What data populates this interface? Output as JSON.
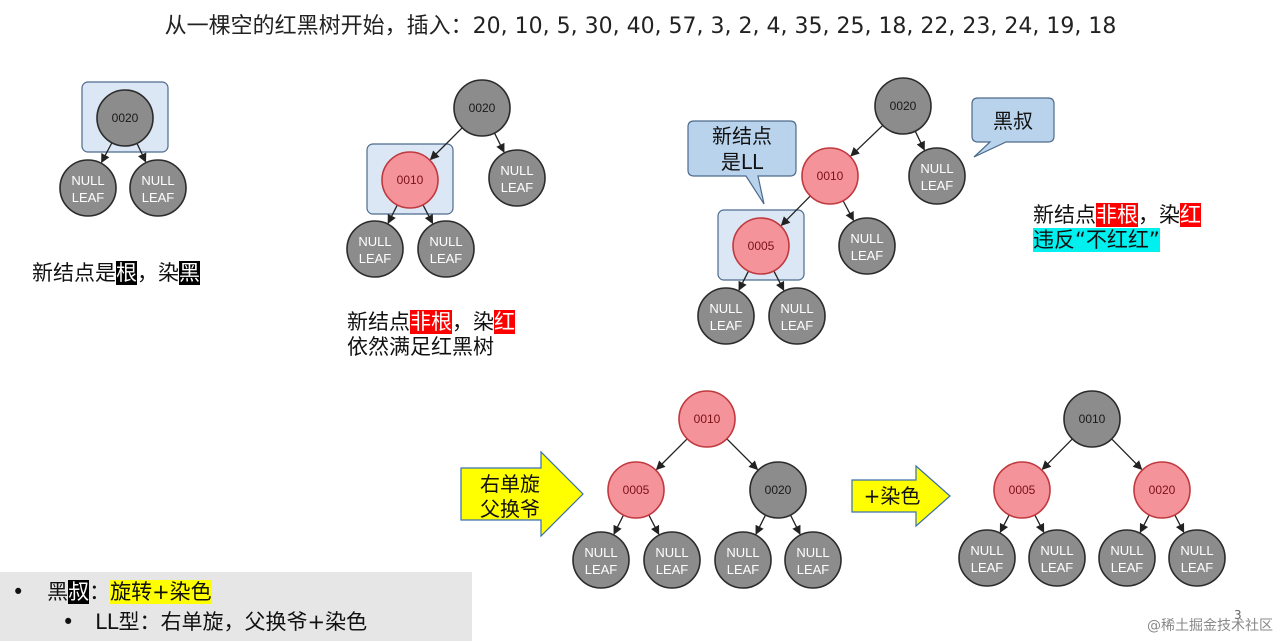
{
  "title": "从一棵空的红黑树开始，插入：20, 10, 5, 30, 40, 57, 3, 2, 4, 35, 25, 18, 22, 23, 24, 19, 18",
  "colors": {
    "black_node": "#8c8c8c",
    "red_node": "#f4949a",
    "highlight_box": "#dce7f5",
    "arrow_fill": "#ffff00",
    "callout_fill": "#b9d3ec"
  },
  "captions": {
    "c1": {
      "t1": "新结点是",
      "h1": "根",
      "t2": "，染",
      "h2": "黑"
    },
    "c2": {
      "l1a": "新结点",
      "l1b": "非根",
      "l1c": "，染",
      "l1d": "红",
      "l2": "依然满足红黑树"
    },
    "c3": {
      "l1a": "新结点",
      "l1b": "非根",
      "l1c": "，染",
      "l1d": "红",
      "l2": "违反“不红红”"
    }
  },
  "callouts": {
    "new_ll_1": "新结点",
    "new_ll_2": "是LL",
    "black_uncle": "黑叔"
  },
  "arrows": {
    "rotate_1": "右单旋",
    "rotate_2": "父换爷",
    "recolor": "+染色"
  },
  "bottom": {
    "bullet1": "•",
    "b1a": "黑",
    "b1b": "叔",
    "b1c": "：",
    "b1d": "旋转+染色",
    "bullet2": "•",
    "b2": "LL型：右单旋，父换爷+染色"
  },
  "page_number": "3",
  "footer": "@稀土掘金技术社区",
  "null_label": [
    "NULL",
    "LEAF"
  ],
  "trees": [
    {
      "id": "t1",
      "nodes": [
        {
          "id": "n20",
          "label": "0020",
          "color": "black",
          "hl": true
        },
        {
          "id": "L1",
          "label": "null",
          "color": "black"
        },
        {
          "id": "L2",
          "label": "null",
          "color": "black"
        }
      ],
      "edges": [
        [
          "n20",
          "L1"
        ],
        [
          "n20",
          "L2"
        ]
      ]
    },
    {
      "id": "t2",
      "nodes": [
        {
          "id": "n20",
          "label": "0020",
          "color": "black"
        },
        {
          "id": "n10",
          "label": "0010",
          "color": "red",
          "hl": true
        },
        {
          "id": "L3",
          "label": "null",
          "color": "black"
        },
        {
          "id": "L1",
          "label": "null",
          "color": "black"
        },
        {
          "id": "L2",
          "label": "null",
          "color": "black"
        }
      ],
      "edges": [
        [
          "n20",
          "n10"
        ],
        [
          "n20",
          "L3"
        ],
        [
          "n10",
          "L1"
        ],
        [
          "n10",
          "L2"
        ]
      ]
    },
    {
      "id": "t3",
      "nodes": [
        {
          "id": "n20",
          "label": "0020",
          "color": "black"
        },
        {
          "id": "n10",
          "label": "0010",
          "color": "red"
        },
        {
          "id": "L5",
          "label": "null",
          "color": "black"
        },
        {
          "id": "n05",
          "label": "0005",
          "color": "red",
          "hl": true
        },
        {
          "id": "L4",
          "label": "null",
          "color": "black"
        },
        {
          "id": "L1",
          "label": "null",
          "color": "black"
        },
        {
          "id": "L2",
          "label": "null",
          "color": "black"
        }
      ],
      "edges": [
        [
          "n20",
          "n10"
        ],
        [
          "n20",
          "L5"
        ],
        [
          "n10",
          "n05"
        ],
        [
          "n10",
          "L4"
        ],
        [
          "n05",
          "L1"
        ],
        [
          "n05",
          "L2"
        ]
      ]
    },
    {
      "id": "t4",
      "nodes": [
        {
          "id": "n10",
          "label": "0010",
          "color": "red"
        },
        {
          "id": "n05",
          "label": "0005",
          "color": "red"
        },
        {
          "id": "n20",
          "label": "0020",
          "color": "black"
        },
        {
          "id": "L1",
          "label": "null",
          "color": "black"
        },
        {
          "id": "L2",
          "label": "null",
          "color": "black"
        },
        {
          "id": "L3",
          "label": "null",
          "color": "black"
        },
        {
          "id": "L4",
          "label": "null",
          "color": "black"
        }
      ],
      "edges": [
        [
          "n10",
          "n05"
        ],
        [
          "n10",
          "n20"
        ],
        [
          "n05",
          "L1"
        ],
        [
          "n05",
          "L2"
        ],
        [
          "n20",
          "L3"
        ],
        [
          "n20",
          "L4"
        ]
      ]
    },
    {
      "id": "t5",
      "nodes": [
        {
          "id": "n10",
          "label": "0010",
          "color": "black"
        },
        {
          "id": "n05",
          "label": "0005",
          "color": "red"
        },
        {
          "id": "n20",
          "label": "0020",
          "color": "red"
        },
        {
          "id": "L1",
          "label": "null",
          "color": "black"
        },
        {
          "id": "L2",
          "label": "null",
          "color": "black"
        },
        {
          "id": "L3",
          "label": "null",
          "color": "black"
        },
        {
          "id": "L4",
          "label": "null",
          "color": "black"
        }
      ],
      "edges": [
        [
          "n10",
          "n05"
        ],
        [
          "n10",
          "n20"
        ],
        [
          "n05",
          "L1"
        ],
        [
          "n05",
          "L2"
        ],
        [
          "n20",
          "L3"
        ],
        [
          "n20",
          "L4"
        ]
      ]
    }
  ]
}
